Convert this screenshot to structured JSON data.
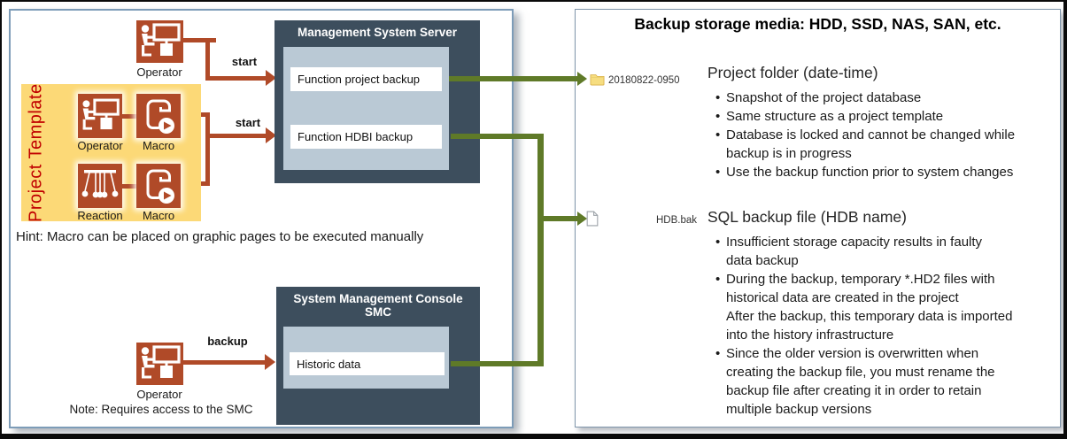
{
  "colors": {
    "accent_red": "#b04a28",
    "dark_slate": "#3d4e5d",
    "inner_blue": "#bac9d5",
    "template_yellow": "#fcd977",
    "olive_green": "#5f7a28",
    "template_title_red": "#c00000",
    "panel_border_blue": "#7d9cb8"
  },
  "left": {
    "operator_top_label": "Operator",
    "start1": "start",
    "start2": "start",
    "template": {
      "title": "Project Template",
      "operator": "Operator",
      "macro_top": "Macro",
      "reaction": "Reaction",
      "macro_bottom": "Macro"
    },
    "server": {
      "title": "Management System Server",
      "fn_project": "Function project backup",
      "fn_hdbi": "Function HDBI backup"
    },
    "hint": "Hint: Macro can be placed on graphic pages to be executed manually",
    "smc": {
      "title": "System Management Console",
      "subtitle": "SMC",
      "historic": "Historic data"
    },
    "backup_label": "backup",
    "operator_bottom_label": "Operator",
    "note": "Note: Requires access to the SMC"
  },
  "right": {
    "title": "Backup storage media: HDD, SSD, NAS, SAN, etc.",
    "folder": {
      "name": "20180822-0950",
      "heading": "Project folder (date-time)",
      "bullets": [
        [
          "Snapshot of the project database"
        ],
        [
          "Same structure as a project template"
        ],
        [
          "Database is locked and cannot be changed while",
          "backup is in progress"
        ],
        [
          "Use the backup function prior to system changes"
        ]
      ]
    },
    "file": {
      "name": "HDB.bak",
      "heading": "SQL backup file (HDB name)",
      "bullets": [
        [
          "Insufficient storage capacity results in faulty",
          "data backup"
        ],
        [
          "During the backup, temporary *.HD2 files with",
          "historical data are created in the project",
          "After the backup, this temporary data is imported",
          "into the history infrastructure"
        ],
        [
          "Since the older version is overwritten when",
          "creating the backup file, you must rename the",
          "backup file after creating it in order to retain",
          "multiple backup versions"
        ]
      ]
    }
  }
}
